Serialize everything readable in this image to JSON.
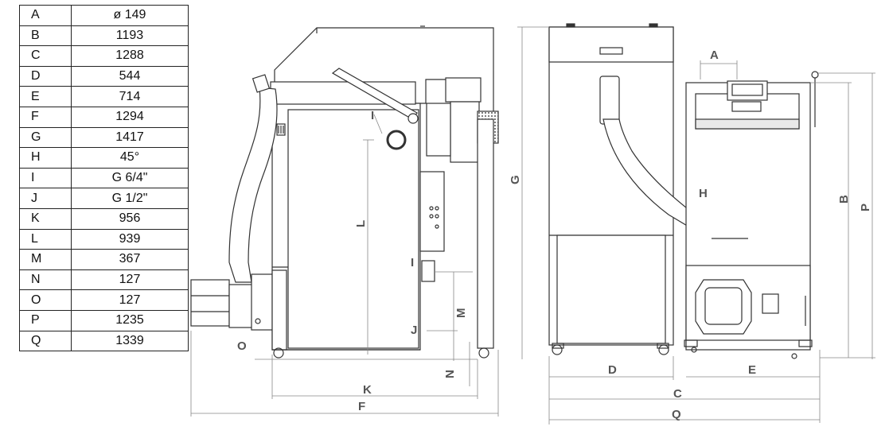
{
  "table": {
    "rows": [
      {
        "key": "A",
        "value": "ø 149"
      },
      {
        "key": "B",
        "value": "1193"
      },
      {
        "key": "C",
        "value": "1288"
      },
      {
        "key": "D",
        "value": "544"
      },
      {
        "key": "E",
        "value": "714"
      },
      {
        "key": "F",
        "value": "1294"
      },
      {
        "key": "G",
        "value": "1417"
      },
      {
        "key": "H",
        "value": "45°"
      },
      {
        "key": "I",
        "value": "G 6/4\""
      },
      {
        "key": "J",
        "value": "G 1/2\""
      },
      {
        "key": "K",
        "value": "956"
      },
      {
        "key": "L",
        "value": "939"
      },
      {
        "key": "M",
        "value": "367"
      },
      {
        "key": "N",
        "value": "127"
      },
      {
        "key": "O",
        "value": "127"
      },
      {
        "key": "P",
        "value": "1235"
      },
      {
        "key": "Q",
        "value": "1339"
      }
    ]
  },
  "labels": {
    "A": "A",
    "B": "B",
    "C": "C",
    "D": "D",
    "E": "E",
    "F": "F",
    "G": "G",
    "H": "H",
    "I": "I",
    "J": "J",
    "K": "K",
    "L": "L",
    "M": "M",
    "N": "N",
    "O": "O",
    "P": "P",
    "Q": "Q"
  },
  "colors": {
    "line": "#333333",
    "dim": "#888888",
    "label": "#555555",
    "hatch": "#666666"
  }
}
